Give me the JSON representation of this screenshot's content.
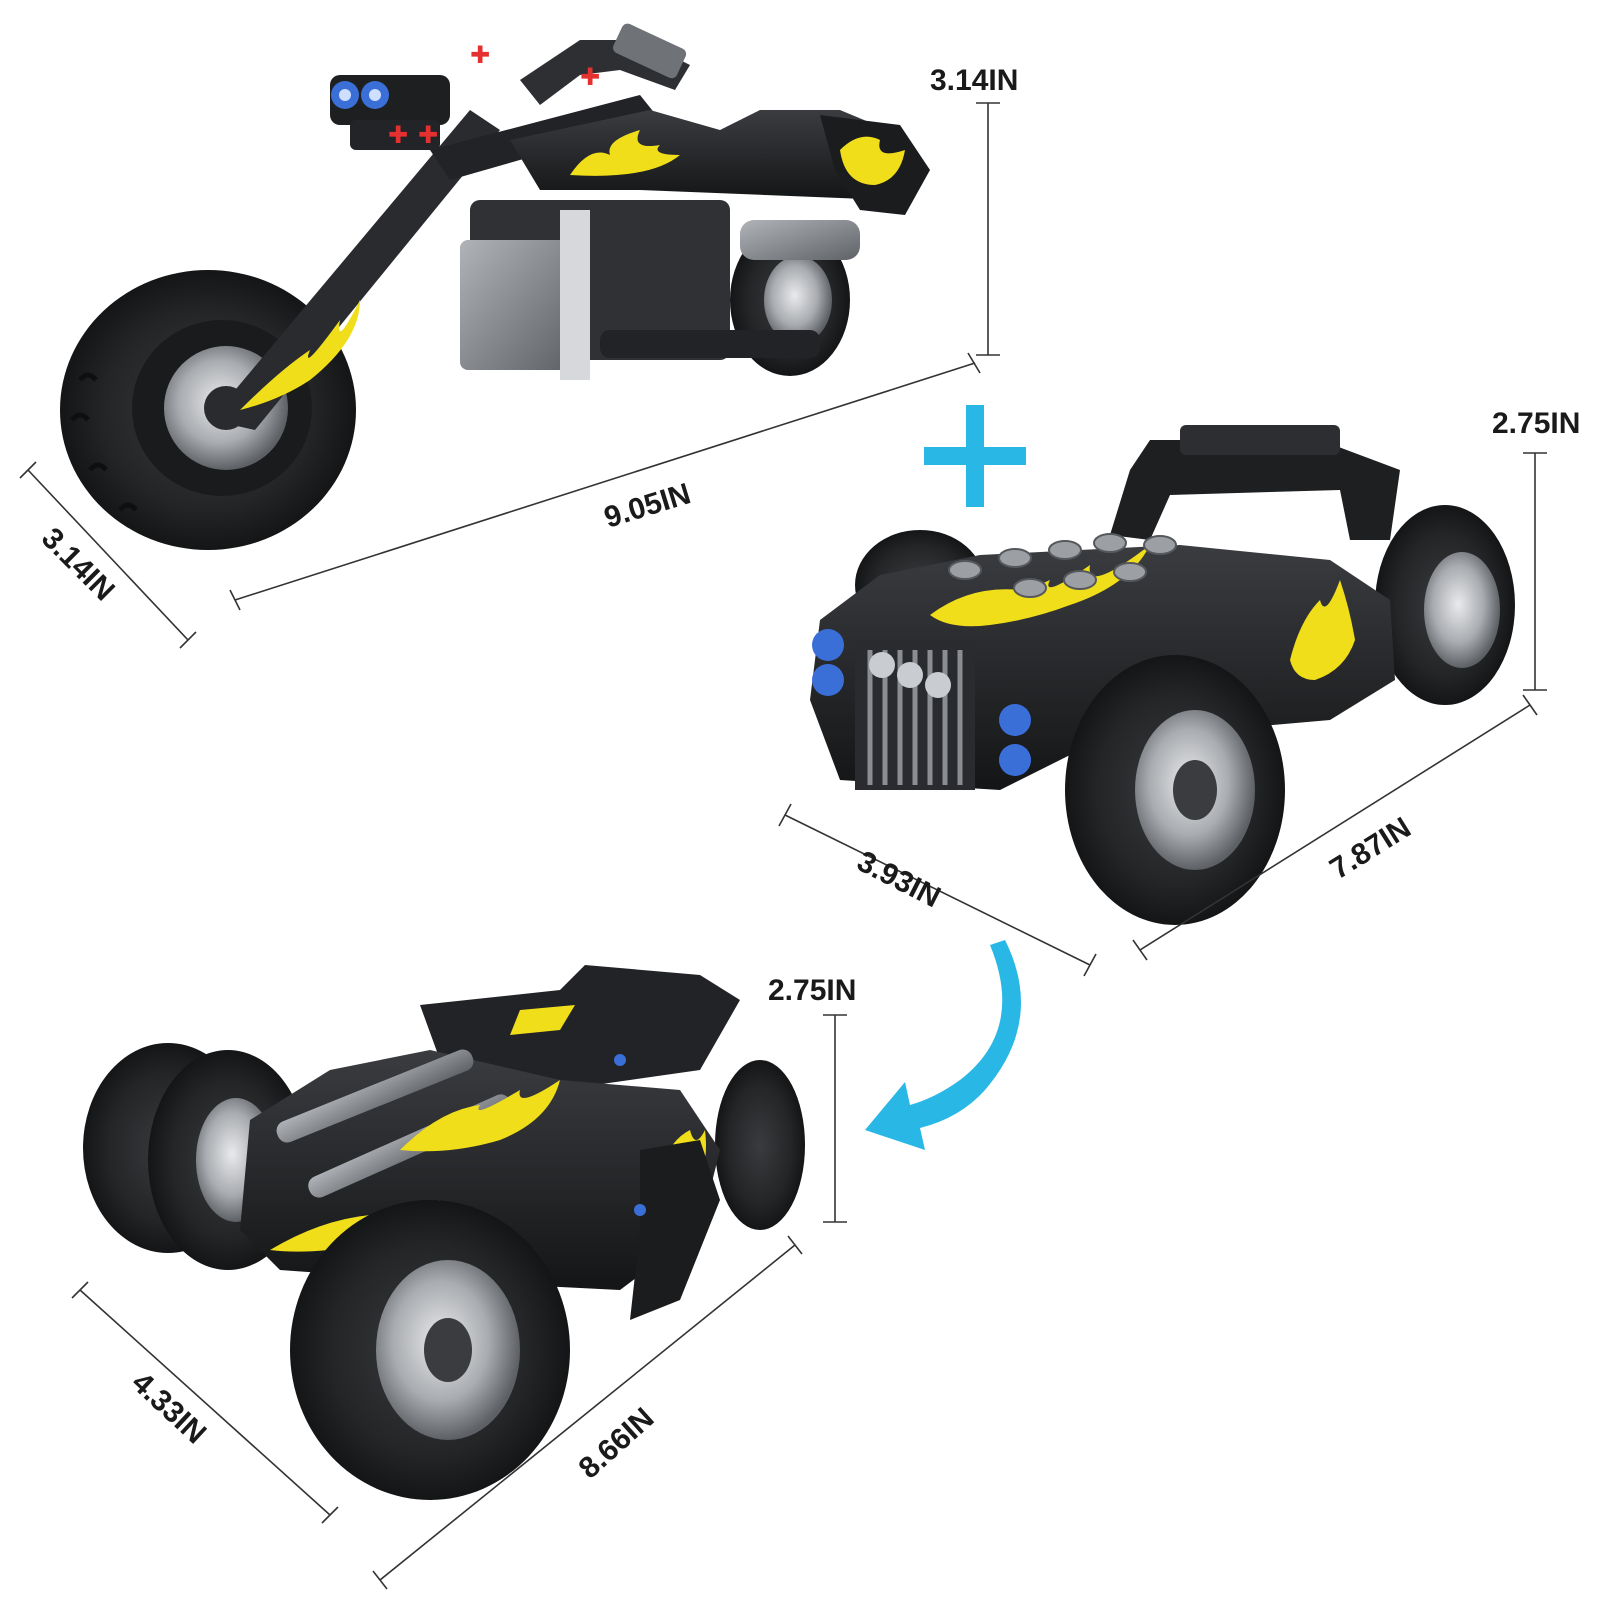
{
  "colors": {
    "background": "#ffffff",
    "body_black": "#1b1c1e",
    "body_dark": "#2b2d31",
    "grey_part": "#7d8084",
    "flame_yellow": "#f1de1a",
    "accent_cyan": "#29b7e6",
    "light_blue": "#3b6fd8",
    "red_pin": "#e53030",
    "dimension_line": "#333333",
    "dimension_text": "#1a1a1a"
  },
  "models": [
    {
      "name": "motorcycle",
      "dimensions": {
        "height": "3.14IN",
        "length": "9.05IN",
        "width": "3.14IN"
      }
    },
    {
      "name": "race-car",
      "dimensions": {
        "height": "2.75IN",
        "width": "3.93IN",
        "length": "7.87IN"
      }
    },
    {
      "name": "trike",
      "dimensions": {
        "height": "2.75IN",
        "width": "4.33IN",
        "length": "8.66IN"
      }
    }
  ],
  "icons": {
    "plus": "plus-icon",
    "arrow": "curved-arrow-icon"
  }
}
